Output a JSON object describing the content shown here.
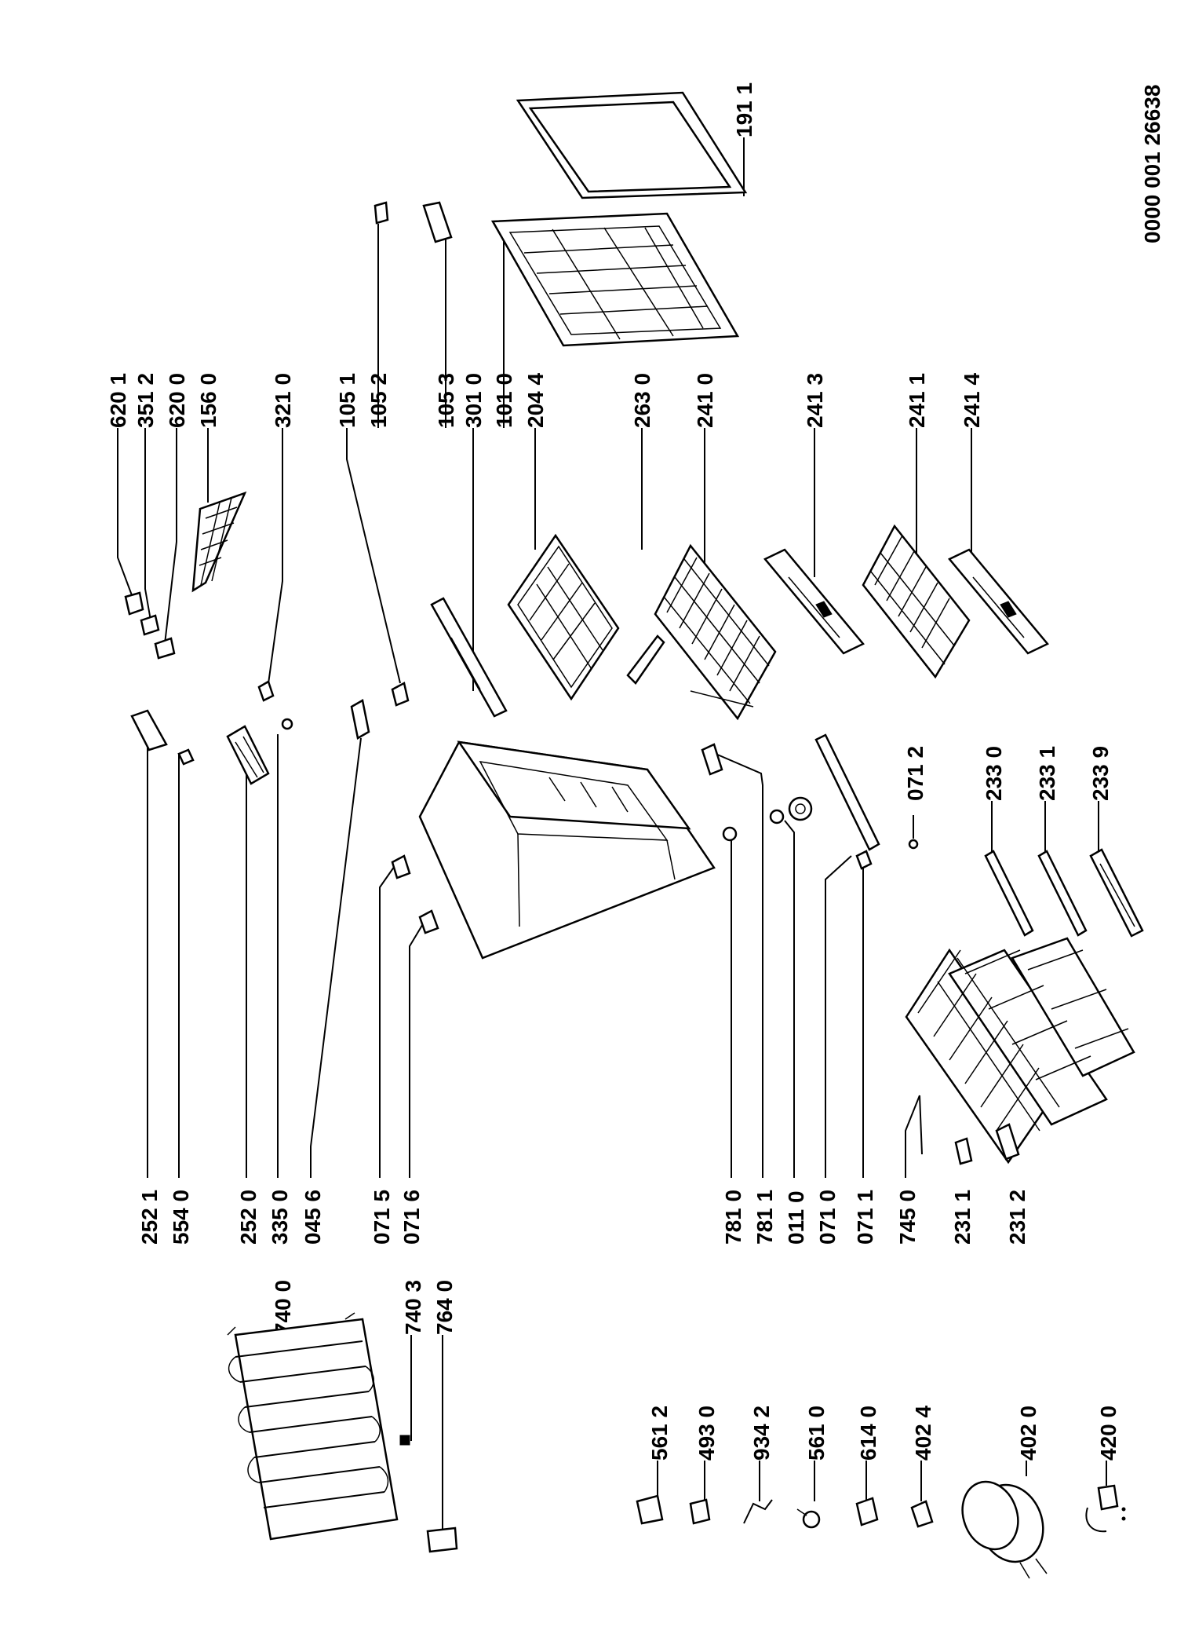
{
  "document_number": "0000 001 26638",
  "part_labels": {
    "p6201": "620 1",
    "p3512": "351 2",
    "p6200": "620 0",
    "p1560": "156 0",
    "p3210": "321 0",
    "p1051": "105 1",
    "p1052": "105 2",
    "p1053": "105 3",
    "p3010": "301 0",
    "p1010": "101 0",
    "p2044": "204 4",
    "p2630": "263 0",
    "p2410": "241 0",
    "p2413": "241 3",
    "p2411": "241 1",
    "p2414": "241 4",
    "p1911": "191 1",
    "p2521": "252 1",
    "p5540": "554 0",
    "p2520": "252 0",
    "p3350": "335 0",
    "p0456": "045 6",
    "p0715": "071 5",
    "p0716": "071 6",
    "p7810": "781 0",
    "p7811": "781 1",
    "p0110": "011 0",
    "p0710": "071 0",
    "p0711": "071 1",
    "p7450": "745 0",
    "p2311": "231 1",
    "p2312": "231 2",
    "p0712": "071 2",
    "p2330": "233 0",
    "p2331": "233 1",
    "p2339": "233 9",
    "p7400": "740 0",
    "p7403": "740 3",
    "p7640": "764 0",
    "p5612": "561 2",
    "p4930": "493 0",
    "p9342": "934 2",
    "p5610": "561 0",
    "p6140": "614 0",
    "p4024": "402 4",
    "p4020": "402 0",
    "p4200": "420 0"
  }
}
